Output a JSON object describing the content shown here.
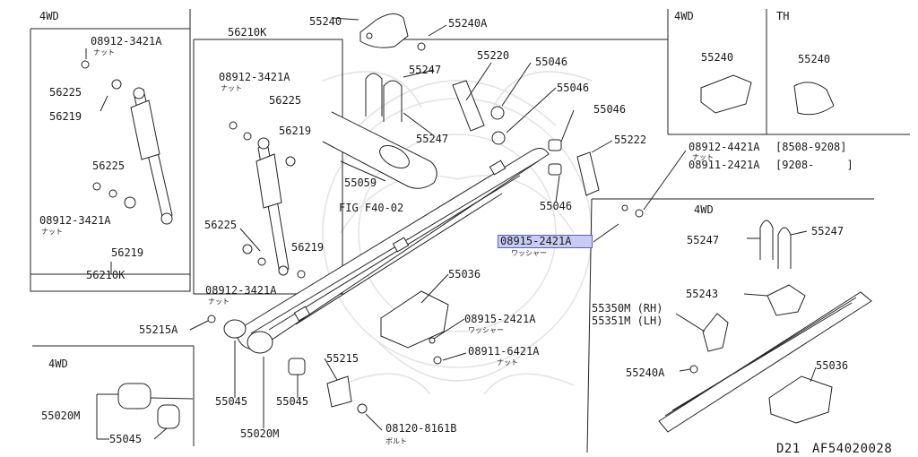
{
  "sections": {
    "tl_4wd": "4WD",
    "tr_4wd": "4WD",
    "tr_th": "TH",
    "br_4wd": "4WD",
    "bl_4wd": "4WD"
  },
  "labels": {
    "p08912_3421A_a": "08912-3421A",
    "nut_a": "ナット",
    "p56225_a": "56225",
    "p56219_a": "56219",
    "p56225_b": "56225",
    "p08912_3421A_b": "08912-3421A",
    "nut_b": "ナット",
    "p56219_b": "56219",
    "p56210K_a": "56210K",
    "p56210K_b": "56210K",
    "p08912_3421A_c": "08912-3421A",
    "nut_c": "ナット",
    "p56225_c": "56225",
    "p56219_c": "56219",
    "p56225_d": "56225",
    "p56219_d": "56219",
    "p08912_3421A_d": "08912-3421A",
    "nut_d": "ナット",
    "p55240_a": "55240",
    "p55240A_a": "55240A",
    "p55247_a": "55247",
    "p55247_b": "55247",
    "p55059": "55059",
    "fig": "FIG F40-02",
    "p55220": "55220",
    "p55046_a": "55046",
    "p55046_b": "55046",
    "p55046_c": "55046",
    "p55046_d": "55046",
    "p55222": "55222",
    "p08912_4421A": "08912-4421A",
    "range_a": "[8508-9208]",
    "nut_e": "ナット",
    "p08911_2421A": "08911-2421A",
    "range_b": "[9208-     ]",
    "p08915_2421A_a": "08915-2421A",
    "washer_a": "ワッシャー",
    "p55240_b": "55240",
    "p55240_c": "55240",
    "p55247_c": "55247",
    "p55247_d": "55247",
    "p55243": "55243",
    "p55350M": "55350M (RH)",
    "p55351M": "55351M (LH)",
    "p55240A_b": "55240A",
    "p55036_a": "55036",
    "p55036_b": "55036",
    "p08915_2421A_b": "08915-2421A",
    "washer_b": "ワッシャー",
    "p08911_6421A": "08911-6421A",
    "nut_f": "ナット",
    "p55215": "55215",
    "p55215A": "55215A",
    "p55045_a": "55045",
    "p55045_b": "55045",
    "p55045_c": "55045",
    "p55020M_a": "55020M",
    "p55020M_b": "55020M",
    "p08120_8161B": "08120-8161B",
    "bolt": "ボルト"
  },
  "footer": {
    "model": "D21",
    "code": "AF54020028"
  },
  "colors": {
    "line": "#222222",
    "highlight_fill": "#c9ccf2",
    "highlight_border": "#5a5fc8",
    "watermark": "#e4e4e4"
  }
}
